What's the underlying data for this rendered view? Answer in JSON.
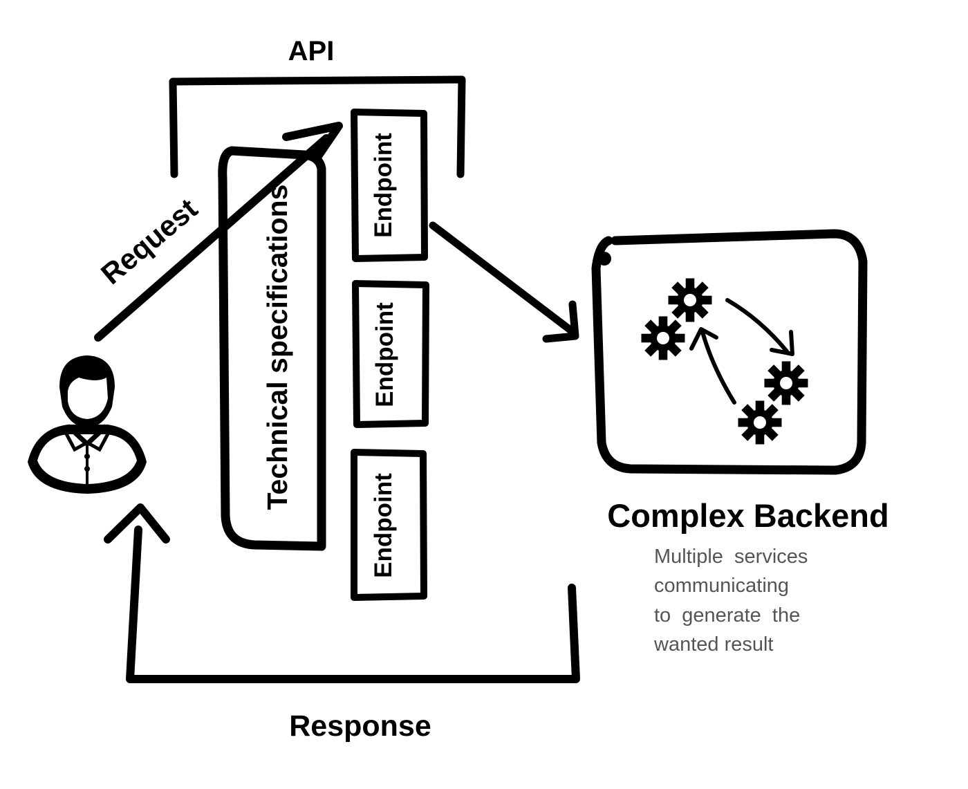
{
  "labels": {
    "api": "API",
    "request": "Request",
    "response": "Response",
    "tech_spec": "Technical specifications",
    "endpoints": [
      "Endpoint",
      "Endpoint",
      "Endpoint"
    ],
    "backend_title": "Complex Backend",
    "backend_description": [
      "Multiple  services",
      "communicating",
      "to  generate  the",
      "wanted result"
    ]
  },
  "icons": {
    "user": "user-icon",
    "gears": "gears-icon"
  },
  "colors": {
    "ink": "#000000",
    "description_text": "#555555",
    "background": "#ffffff"
  }
}
